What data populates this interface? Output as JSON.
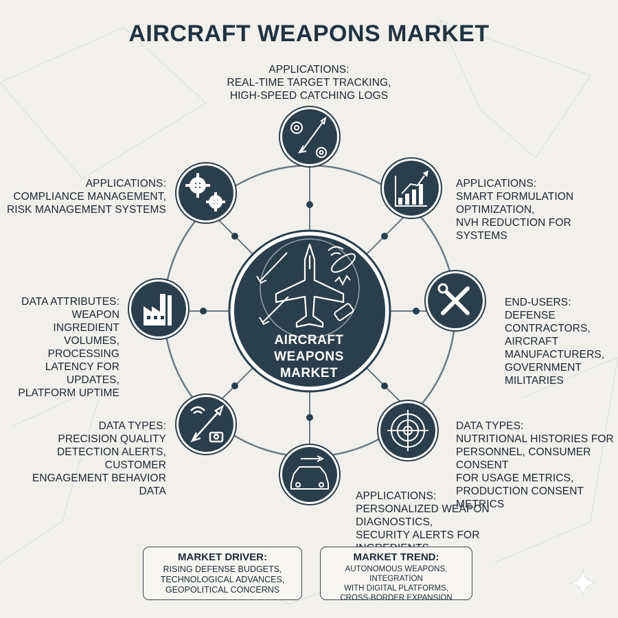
{
  "title": "AIRCRAFT WEAPONS MARKET",
  "hub": {
    "label": "AIRCRAFT\nWEAPONS\nMARKET"
  },
  "nodes": {
    "top": {
      "heading": "APPLICATIONS:",
      "body": "REAL-TIME TARGET TRACKING,\nHIGH-SPEED CATCHING LOGS",
      "icon": "gears-rocket-icon"
    },
    "top_right": {
      "heading": "APPLICATIONS:",
      "body": "SMART FORMULATION OPTIMIZATION,\nNVH REDUCTION FOR SYSTEMS",
      "icon": "growth-chart-rocket-icon"
    },
    "right": {
      "heading": "END-USERS:",
      "body": "DEFENSE CONTRACTORS,\nAIRCRAFT MANUFACTURERS,\nGOVERNMENT MILITARIES",
      "icon": "wrench-screwdriver-icon"
    },
    "bottom_right": {
      "heading": "DATA TYPES:",
      "body": "NUTRITIONAL HISTORIES FOR\nPERSONNEL, CONSUMER CONSENT\nFOR USAGE METRICS,\nPRODUCTION CONSENT METRICS",
      "icon": "target-crosshair-icon"
    },
    "bottom": {
      "heading": "APPLICATIONS:",
      "body": "PERSONALIZED WEAPON DIAGNOSTICS,\nSECURITY ALERTS FOR INGREDIENTS",
      "icon": "car-missile-icon"
    },
    "bottom_left": {
      "heading": "DATA TYPES:",
      "body": "PRECISION QUALITY\nDETECTION ALERTS, CUSTOMER\nENGAGEMENT BEHAVIOR DATA",
      "icon": "missile-camera-icon"
    },
    "left": {
      "heading": "DATA ATTRIBUTES:",
      "body": "WEAPON INGREDIENT\nVOLUMES, PROCESSING\nLATENCY FOR UPDATES,\nPLATFORM UPTIME",
      "icon": "factory-icon"
    },
    "top_left": {
      "heading": "APPLICATIONS:",
      "body": "COMPLIANCE MANAGEMENT,\nRISK MANAGEMENT SYSTEMS",
      "icon": "gears-icon"
    }
  },
  "boxes": {
    "driver": {
      "heading": "MARKET DRIVER:",
      "body": "RISING DEFENSE BUDGETS,\nTECHNOLOGICAL ADVANCES,\nGEOPOLITICAL CONCERNS"
    },
    "trend": {
      "heading": "MARKET TREND:",
      "body": "AUTONOMOUS WEAPONS, INTEGRATION\nWITH DIGITAL PLATFORMS,\nCROSS-BORDER EXPANSION"
    }
  },
  "colors": {
    "navy": "#2b3e4c",
    "ring": "#5f6f7b",
    "text": "#1a2430",
    "background": "#f1f0ec"
  }
}
